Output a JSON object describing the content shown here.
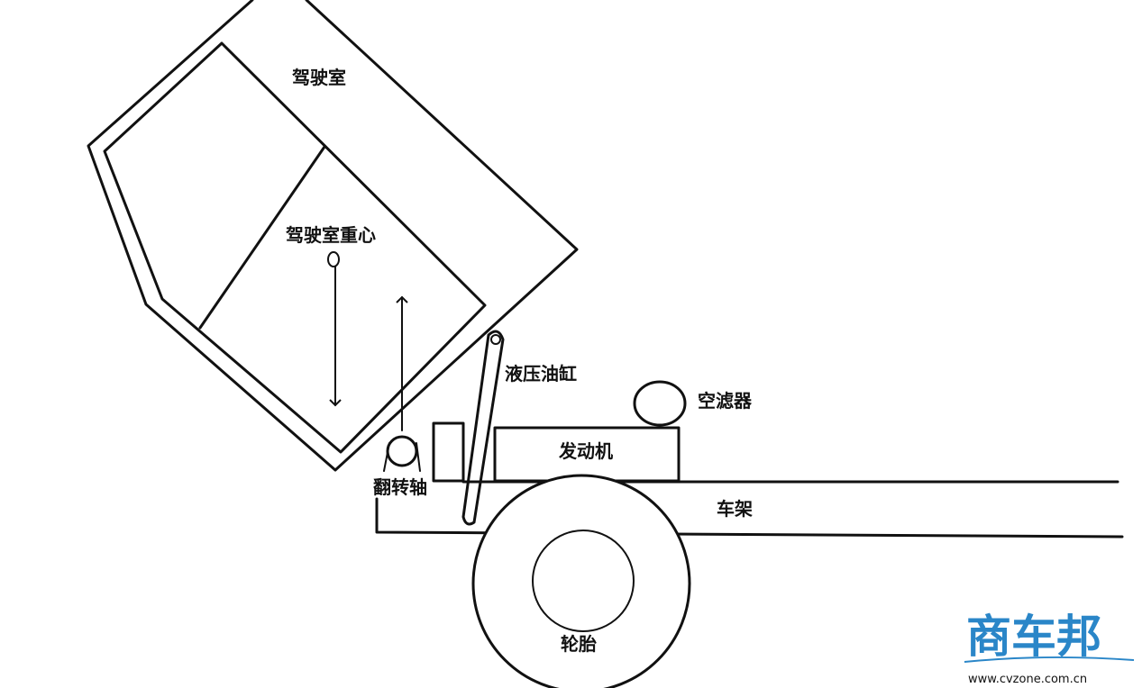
{
  "labels": {
    "cab": "驾驶室",
    "cab_cog": "驾驶室重心",
    "hydraulic_cylinder": "液压油缸",
    "air_filter": "空滤器",
    "engine": "发动机",
    "tilt_shaft": "翻转轴",
    "frame": "车架",
    "tire": "轮胎"
  },
  "watermark": {
    "logo_text": "商车邦",
    "url": "www.cvzone.com.cn",
    "color": "#2a86c8"
  }
}
